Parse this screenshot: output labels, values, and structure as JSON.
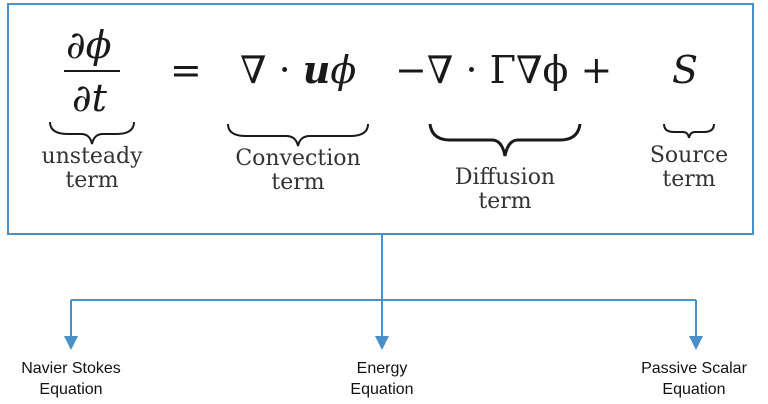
{
  "equation": {
    "unsteady_numerator": "∂ϕ",
    "unsteady_denominator": "∂t",
    "equals": "=",
    "convection": "∇ · uϕ",
    "convection_parts": {
      "nabla_dot": "∇ · ",
      "u": "u",
      "phi": "ϕ"
    },
    "diffusion": "−∇ · Γ∇ϕ +",
    "source": "S"
  },
  "term_labels": {
    "unsteady": [
      "unsteady",
      "term"
    ],
    "convection": [
      "Convection",
      "term"
    ],
    "diffusion": [
      "Diffusion",
      "term"
    ],
    "source": [
      "Source",
      "term"
    ]
  },
  "outputs": [
    {
      "line1": "Navier Stokes",
      "line2": "Equation"
    },
    {
      "line1": "Energy",
      "line2": "Equation"
    },
    {
      "line1": "Passive Scalar",
      "line2": "Equation"
    }
  ],
  "colors": {
    "accent": "#4a90c8",
    "text": "#1a1a1a"
  }
}
